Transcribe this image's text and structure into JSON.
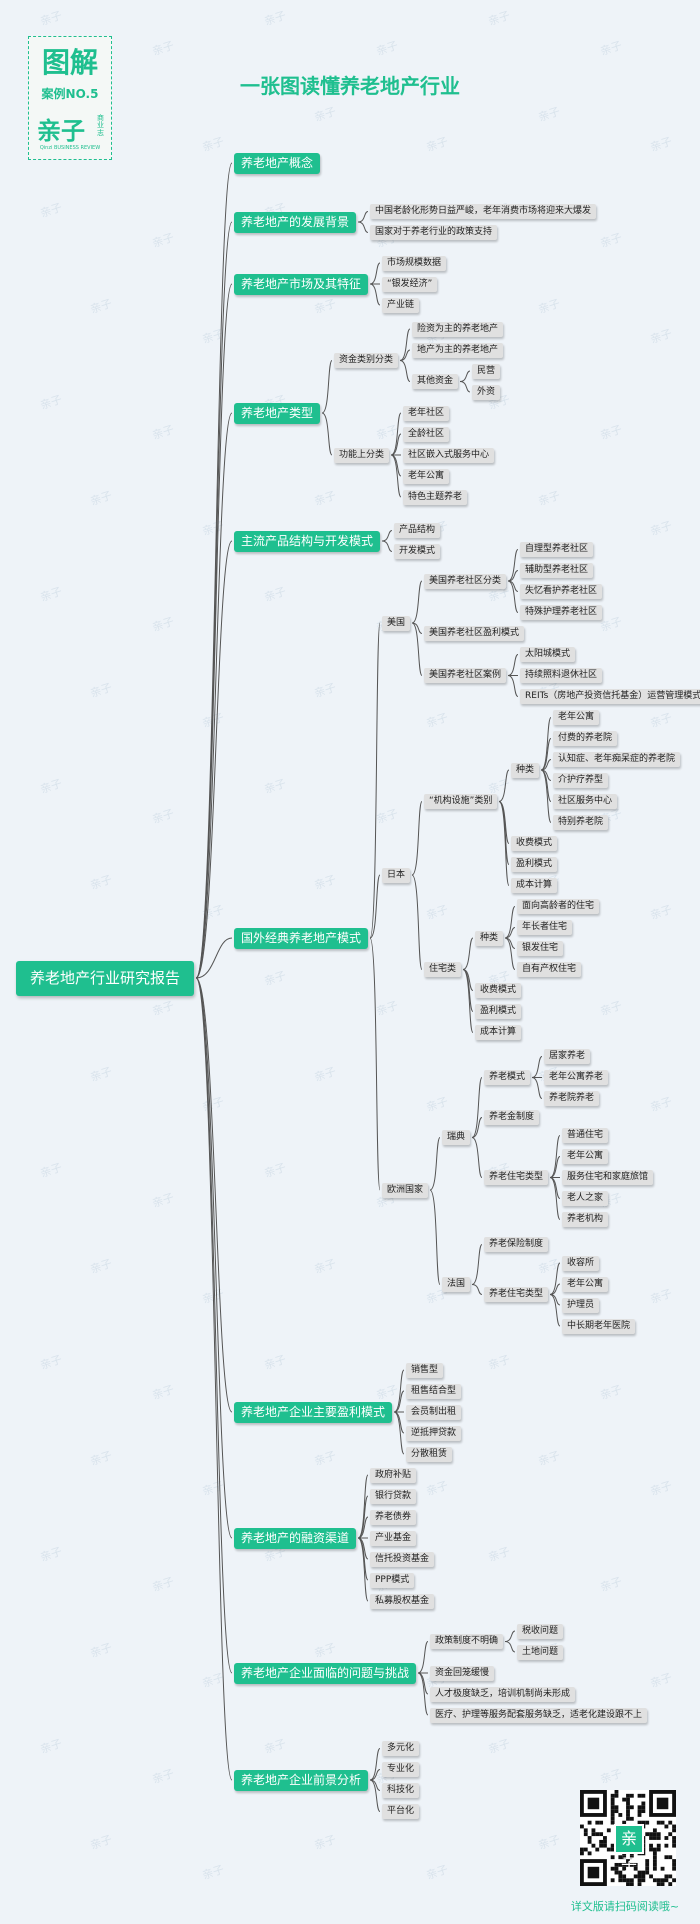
{
  "page_title": "一张图读懂养老地产行业",
  "badge": {
    "line1": "图解",
    "line2": "案例NO.5",
    "brand": "亲子",
    "side": "商业志",
    "small": "Qinzi BUSINESS REVIEW"
  },
  "watermark": "亲子",
  "root": "养老地产行业研究报告",
  "sections": [
    {
      "label": "养老地产概念",
      "children": []
    },
    {
      "label": "养老地产的发展背景",
      "children": [
        {
          "label": "中国老龄化形势日益严峻，老年消费市场将迎来大爆发"
        },
        {
          "label": "国家对于养老行业的政策支持"
        }
      ]
    },
    {
      "label": "养老地产市场及其特征",
      "children": [
        {
          "label": "市场规模数据"
        },
        {
          "label": "“银发经济”"
        },
        {
          "label": "产业链"
        }
      ]
    },
    {
      "label": "养老地产类型",
      "children": [
        {
          "label": "资金类别分类",
          "children": [
            {
              "label": "险资为主的养老地产"
            },
            {
              "label": "地产为主的养老地产"
            },
            {
              "label": "其他资金",
              "children": [
                {
                  "label": "民营"
                },
                {
                  "label": "外资"
                }
              ]
            }
          ]
        },
        {
          "label": "功能上分类",
          "children": [
            {
              "label": "老年社区"
            },
            {
              "label": "全龄社区"
            },
            {
              "label": "社区嵌入式服务中心"
            },
            {
              "label": "老年公寓"
            },
            {
              "label": "特色主题养老"
            }
          ]
        }
      ]
    },
    {
      "label": "主流产品结构与开发模式",
      "children": [
        {
          "label": "产品结构"
        },
        {
          "label": "开发模式"
        }
      ]
    },
    {
      "label": "国外经典养老地产模式",
      "children": [
        {
          "label": "美国",
          "children": [
            {
              "label": "美国养老社区分类",
              "children": [
                {
                  "label": "自理型养老社区"
                },
                {
                  "label": "辅助型养老社区"
                },
                {
                  "label": "失忆看护养老社区"
                },
                {
                  "label": "特殊护理养老社区"
                }
              ]
            },
            {
              "label": "美国养老社区盈利模式"
            },
            {
              "label": "美国养老社区案例",
              "children": [
                {
                  "label": "太阳城模式"
                },
                {
                  "label": "持续照料退休社区"
                },
                {
                  "label": "REITs（房地产投资信托基金）运营管理模式"
                }
              ]
            }
          ]
        },
        {
          "label": "日本",
          "children": [
            {
              "label": "“机构设施”类别",
              "children": [
                {
                  "label": "种类",
                  "children": [
                    {
                      "label": "老年公寓"
                    },
                    {
                      "label": "付费的养老院"
                    },
                    {
                      "label": "认知症、老年痴呆症的养老院"
                    },
                    {
                      "label": "介护疗养型"
                    },
                    {
                      "label": "社区服务中心"
                    },
                    {
                      "label": "特别养老院"
                    }
                  ]
                },
                {
                  "label": "收费模式"
                },
                {
                  "label": "盈利模式"
                },
                {
                  "label": "成本计算"
                }
              ]
            },
            {
              "label": "住宅类",
              "children": [
                {
                  "label": "种类",
                  "children": [
                    {
                      "label": "面向高龄者的住宅"
                    },
                    {
                      "label": "年长者住宅"
                    },
                    {
                      "label": "银发住宅"
                    },
                    {
                      "label": "自有产权住宅"
                    }
                  ]
                },
                {
                  "label": "收费模式"
                },
                {
                  "label": "盈利模式"
                },
                {
                  "label": "成本计算"
                }
              ]
            }
          ]
        },
        {
          "label": "欧洲国家",
          "children": [
            {
              "label": "瑞典",
              "children": [
                {
                  "label": "养老模式",
                  "children": [
                    {
                      "label": "居家养老"
                    },
                    {
                      "label": "老年公寓养老"
                    },
                    {
                      "label": "养老院养老"
                    }
                  ]
                },
                {
                  "label": "养老金制度"
                },
                {
                  "label": "养老住宅类型",
                  "children": [
                    {
                      "label": "普通住宅"
                    },
                    {
                      "label": "老年公寓"
                    },
                    {
                      "label": "服务住宅和家庭旅馆"
                    },
                    {
                      "label": "老人之家"
                    },
                    {
                      "label": "养老机构"
                    }
                  ]
                }
              ]
            },
            {
              "label": "法国",
              "children": [
                {
                  "label": "养老保险制度"
                },
                {
                  "label": "养老住宅类型",
                  "children": [
                    {
                      "label": "收容所"
                    },
                    {
                      "label": "老年公寓"
                    },
                    {
                      "label": "护理员"
                    },
                    {
                      "label": "中长期老年医院"
                    }
                  ]
                }
              ]
            }
          ]
        }
      ]
    },
    {
      "label": "养老地产企业主要盈利模式",
      "children": [
        {
          "label": "销售型"
        },
        {
          "label": "租售结合型"
        },
        {
          "label": "会员制出租"
        },
        {
          "label": "逆抵押贷款"
        },
        {
          "label": "分散租赁"
        }
      ]
    },
    {
      "label": "养老地产的融资渠道",
      "children": [
        {
          "label": "政府补贴"
        },
        {
          "label": "银行贷款"
        },
        {
          "label": "养老债券"
        },
        {
          "label": "产业基金"
        },
        {
          "label": "信托投资基金"
        },
        {
          "label": "PPP模式"
        },
        {
          "label": "私募股权基金"
        }
      ]
    },
    {
      "label": "养老地产企业面临的问题与挑战",
      "children": [
        {
          "label": "政策制度不明确",
          "children": [
            {
              "label": "税收问题"
            },
            {
              "label": "土地问题"
            }
          ]
        },
        {
          "label": "资金回笼缓慢"
        },
        {
          "label": "人才极度缺乏，培训机制尚未形成"
        },
        {
          "label": "医疗、护理等服务配套服务缺乏，适老化建设跟不上"
        }
      ]
    },
    {
      "label": "养老地产企业前景分析",
      "children": [
        {
          "label": "多元化"
        },
        {
          "label": "专业化"
        },
        {
          "label": "科技化"
        },
        {
          "label": "平台化"
        }
      ]
    }
  ],
  "qr_caption": "详文版请扫码阅读哦~",
  "colors": {
    "accent": "#1fbf8f",
    "node_gray": "#e0e0e0",
    "line": "#555555",
    "background": "#eef3f8"
  }
}
